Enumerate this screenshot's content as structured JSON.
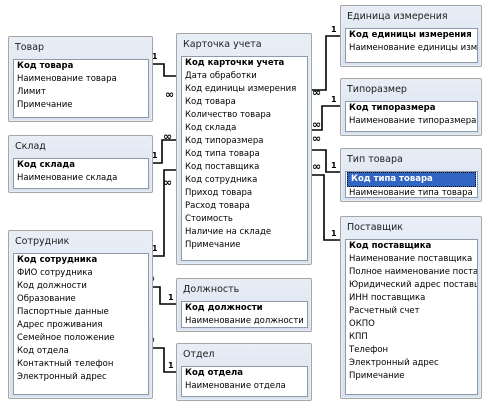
{
  "tables": [
    {
      "id": "tovar",
      "title": "Товар",
      "fields": [
        {
          "name": "Код товара",
          "key": true
        },
        {
          "name": "Наименование товара"
        },
        {
          "name": "Лимит"
        },
        {
          "name": "Примечание"
        }
      ]
    },
    {
      "id": "sklad",
      "title": "Склад",
      "fields": [
        {
          "name": "Код склада",
          "key": true
        },
        {
          "name": "Наименование склада"
        }
      ]
    },
    {
      "id": "sotrudnik",
      "title": "Сотрудник",
      "fields": [
        {
          "name": "Код сотрудника",
          "key": true
        },
        {
          "name": "ФИО сотрудника"
        },
        {
          "name": "Код должности"
        },
        {
          "name": "Образование"
        },
        {
          "name": "Паспортные данные"
        },
        {
          "name": "Адрес проживания"
        },
        {
          "name": "Семейное положение"
        },
        {
          "name": "Код отдела"
        },
        {
          "name": "Контактный телефон"
        },
        {
          "name": "Электронный адрес"
        }
      ]
    },
    {
      "id": "kartochka",
      "title": "Карточка учета",
      "fields": [
        {
          "name": "Код карточки учета",
          "key": true
        },
        {
          "name": "Дата обработки"
        },
        {
          "name": "Код единицы измерения"
        },
        {
          "name": "Код товара"
        },
        {
          "name": "Количество товара"
        },
        {
          "name": "Код склада"
        },
        {
          "name": "Код типоразмера"
        },
        {
          "name": "Код типа товара"
        },
        {
          "name": "Код поставщика"
        },
        {
          "name": "Код сотрудника"
        },
        {
          "name": "Приход товара"
        },
        {
          "name": "Расход товара"
        },
        {
          "name": "Стоимость"
        },
        {
          "name": "Наличие на складе"
        },
        {
          "name": "Примечание"
        }
      ]
    },
    {
      "id": "dolzhnost",
      "title": "Должность",
      "fields": [
        {
          "name": "Код должности",
          "key": true
        },
        {
          "name": "Наименование должности"
        }
      ]
    },
    {
      "id": "otdel",
      "title": "Отдел",
      "fields": [
        {
          "name": "Код отдела",
          "key": true
        },
        {
          "name": "Наименование отдела"
        }
      ]
    },
    {
      "id": "edinica",
      "title": "Единица измерения",
      "fields": [
        {
          "name": "Код единицы измерения",
          "key": true
        },
        {
          "name": "Наименование единицы изм"
        }
      ]
    },
    {
      "id": "tiporazmer",
      "title": "Типоразмер",
      "fields": [
        {
          "name": "Код типоразмера",
          "key": true
        },
        {
          "name": "Наименование типоразмера"
        }
      ]
    },
    {
      "id": "tiptovara",
      "title": "Тип товара",
      "fields": [
        {
          "name": "Код типа товара",
          "key": true,
          "selected": true
        },
        {
          "name": "Наименование типа товара"
        }
      ]
    },
    {
      "id": "postavshik",
      "title": "Поставщик",
      "fields": [
        {
          "name": "Код поставщика",
          "key": true
        },
        {
          "name": "Наименование поставщика"
        },
        {
          "name": "Полное наименование поста"
        },
        {
          "name": "Юридический адрес поставщ"
        },
        {
          "name": "ИНН поставщика"
        },
        {
          "name": "Расчетный счет"
        },
        {
          "name": "ОКПО"
        },
        {
          "name": "КПП"
        },
        {
          "name": "Телефон"
        },
        {
          "name": "Электронный адрес"
        },
        {
          "name": "Примечание"
        }
      ]
    }
  ],
  "relationships": [
    {
      "from": "tovar",
      "to": "kartochka",
      "one": "1",
      "many": "∞"
    },
    {
      "from": "sklad",
      "to": "kartochka",
      "one": "1",
      "many": "∞"
    },
    {
      "from": "sotrudnik",
      "to": "kartochka",
      "one": "1",
      "many": "∞"
    },
    {
      "from": "edinica",
      "to": "kartochka",
      "one": "1",
      "many": "∞"
    },
    {
      "from": "tiporazmer",
      "to": "kartochka",
      "one": "1",
      "many": "∞"
    },
    {
      "from": "tiptovara",
      "to": "kartochka",
      "one": "1",
      "many": "∞"
    },
    {
      "from": "postavshik",
      "to": "kartochka",
      "one": "1",
      "many": "∞"
    },
    {
      "from": "dolzhnost",
      "to": "sotrudnik",
      "one": "1",
      "many": "∞"
    },
    {
      "from": "otdel",
      "to": "sotrudnik",
      "one": "1",
      "many": "∞"
    }
  ],
  "colors": {
    "line": "#000000",
    "key_highlight": "#3165c4",
    "panel": "#dbe4f1"
  }
}
